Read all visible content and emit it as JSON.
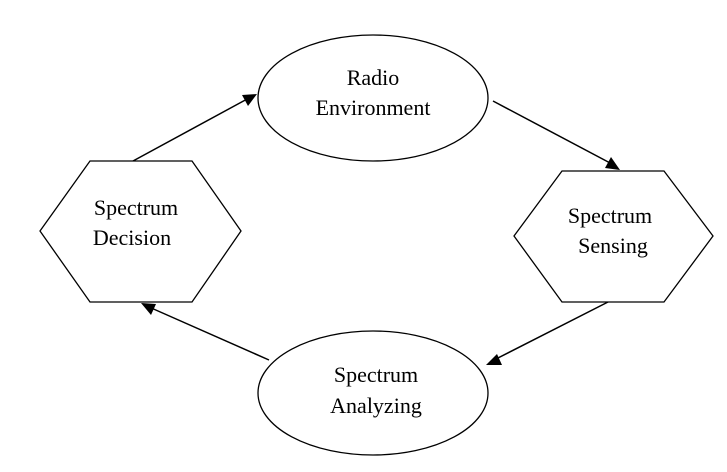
{
  "diagram": {
    "type": "cycle",
    "nodes": [
      {
        "id": "radio_env",
        "shape": "ellipse",
        "lines": [
          "Radio",
          "Environment"
        ]
      },
      {
        "id": "sensing",
        "shape": "hexagon",
        "lines": [
          "Spectrum",
          "Sensing"
        ]
      },
      {
        "id": "analyzing",
        "shape": "ellipse",
        "lines": [
          "Spectrum",
          "Analyzing"
        ]
      },
      {
        "id": "decision",
        "shape": "hexagon",
        "lines": [
          "Spectrum",
          "Decision"
        ]
      }
    ],
    "edges": [
      {
        "from": "radio_env",
        "to": "sensing"
      },
      {
        "from": "sensing",
        "to": "analyzing"
      },
      {
        "from": "analyzing",
        "to": "decision"
      },
      {
        "from": "decision",
        "to": "radio_env"
      }
    ]
  }
}
